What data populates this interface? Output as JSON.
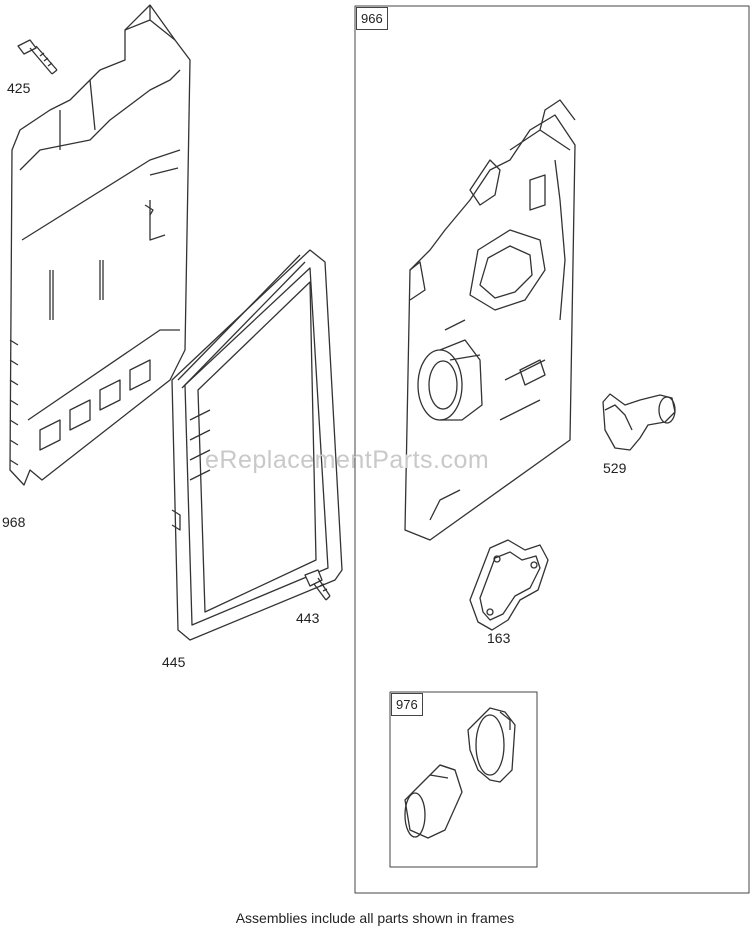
{
  "parts": {
    "p425": "425",
    "p968": "968",
    "p445": "445",
    "p443": "443",
    "p966": "966",
    "p529": "529",
    "p163": "163",
    "p976": "976"
  },
  "watermark": "eReplacementParts.com",
  "footnote": "Assemblies include all parts shown in frames",
  "colors": {
    "line": "#333333",
    "frame": "#444444",
    "fill": "#ffffff",
    "watermark": "#c9c9c9"
  }
}
